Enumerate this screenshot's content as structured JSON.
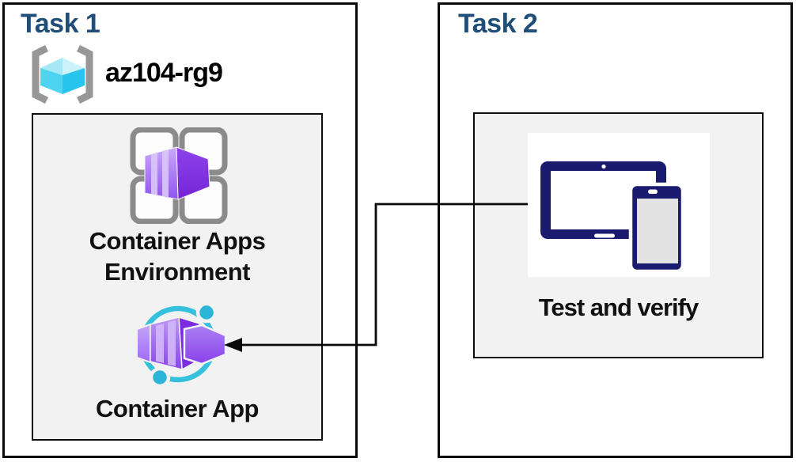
{
  "task1": {
    "title": "Task 1",
    "resource_group": {
      "name": "az104-rg9",
      "icon": "resource-group-icon"
    },
    "environment": {
      "label_line1": "Container Apps",
      "label_line2": "Environment",
      "icon": "container-apps-environment-icon"
    },
    "app": {
      "label": "Container App",
      "icon": "container-app-icon"
    }
  },
  "task2": {
    "title": "Task 2",
    "node": {
      "label": "Test and verify",
      "icon": "devices-icon"
    }
  },
  "connector": {
    "from": "test-and-verify-node",
    "to": "container-app-node",
    "arrow_direction": "left"
  },
  "colors": {
    "title_blue": "#1F4E79",
    "panel_fill": "#F2F2F2",
    "outline_black": "#0A0A0A",
    "device_navy": "#1A1A6E",
    "cyan_accent": "#32BEDD",
    "purple_dark": "#7C2CE0",
    "purple_light": "#C2A0F7",
    "icon_gray": "#8B8B8B",
    "bracket_gray": "#979797",
    "cube_cyan": "#4ED4F1"
  }
}
